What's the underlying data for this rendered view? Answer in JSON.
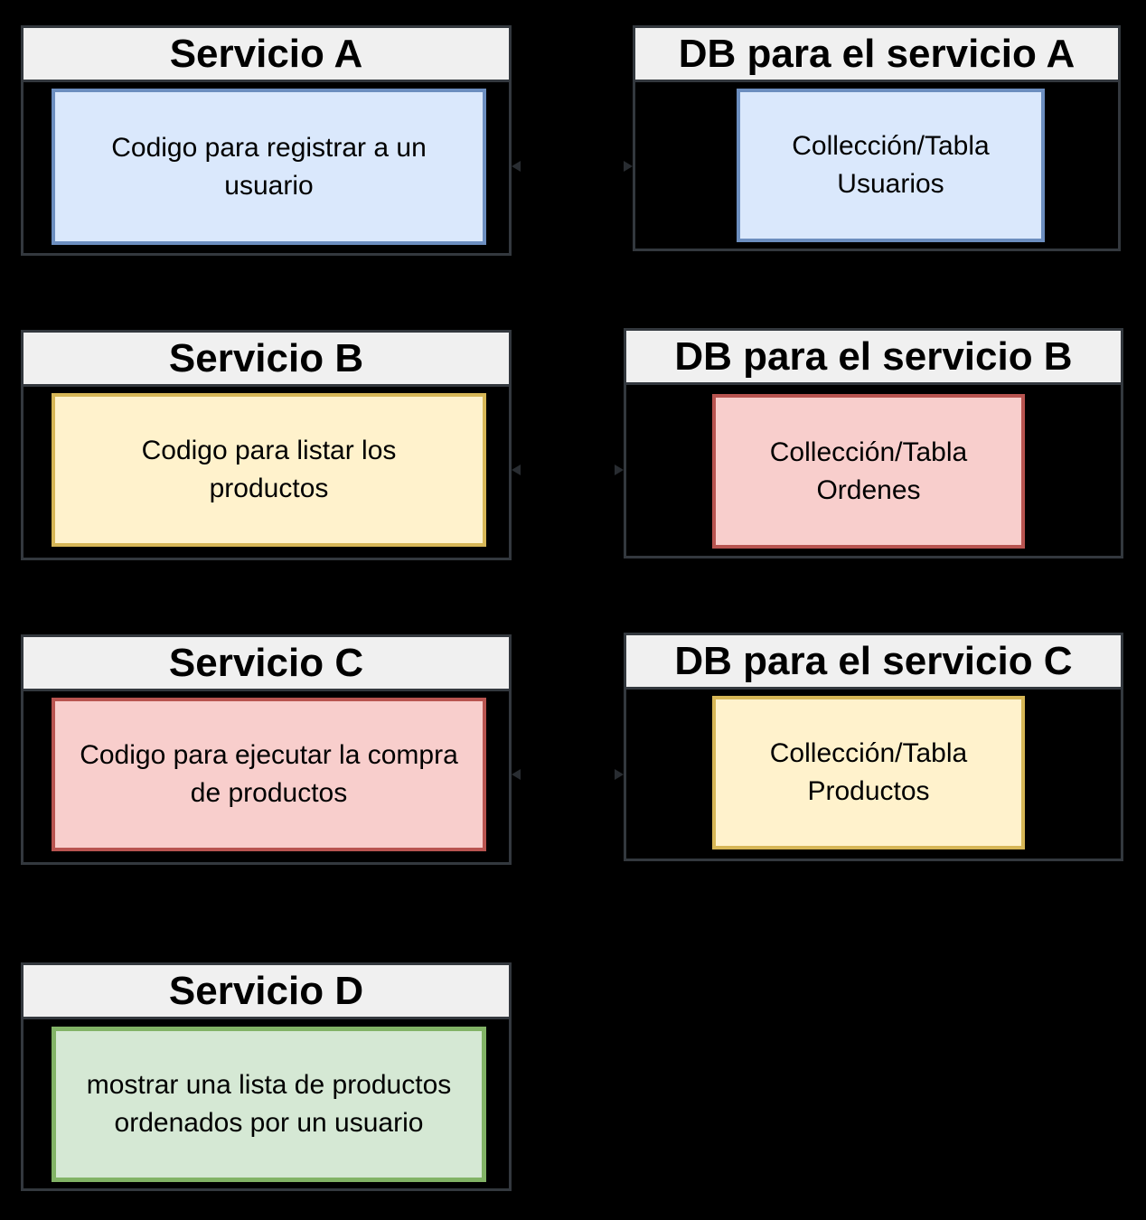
{
  "colors": {
    "background": "#000000",
    "frame_border": "#33383e",
    "title_background": "#f0f0f0",
    "text": "#000000",
    "blue_fill": "#dae8fc",
    "blue_stroke": "#6c8ebf",
    "yellow_fill": "#fff2cc",
    "yellow_stroke": "#d6b656",
    "red_fill": "#f8cecc",
    "red_stroke": "#b85450",
    "green_fill": "#d5e8d4",
    "green_stroke": "#82b366",
    "arrow": "#282c31"
  },
  "nodes": {
    "services": [
      {
        "title": "Servicio A",
        "color": "blue",
        "lines": [
          "Codigo para registrar a un",
          "usuario"
        ]
      },
      {
        "title": "Servicio B",
        "color": "yellow",
        "lines": [
          "Codigo para listar los",
          "productos"
        ]
      },
      {
        "title": "Servicio C",
        "color": "red",
        "lines": [
          "Codigo para ejecutar la compra",
          "de productos"
        ]
      },
      {
        "title": "Servicio D",
        "color": "green",
        "lines": [
          "mostrar una lista de productos",
          "ordenados por un usuario"
        ]
      }
    ],
    "databases": [
      {
        "title": "DB para el servicio A",
        "color": "blue",
        "lines": [
          "Collección/Tabla",
          "Usuarios"
        ]
      },
      {
        "title": "DB para el servicio B",
        "color": "red",
        "lines": [
          "Collección/Tabla",
          "Ordenes"
        ]
      },
      {
        "title": "DB para el servicio C",
        "color": "yellow",
        "lines": [
          "Collección/Tabla",
          "Productos"
        ]
      }
    ]
  },
  "connectors": [
    {
      "from": "Servicio A",
      "to": "DB para el servicio A",
      "style": "double-arrow"
    },
    {
      "from": "Servicio B",
      "to": "DB para el servicio B",
      "style": "double-arrow"
    },
    {
      "from": "Servicio C",
      "to": "DB para el servicio C",
      "style": "double-arrow"
    }
  ]
}
